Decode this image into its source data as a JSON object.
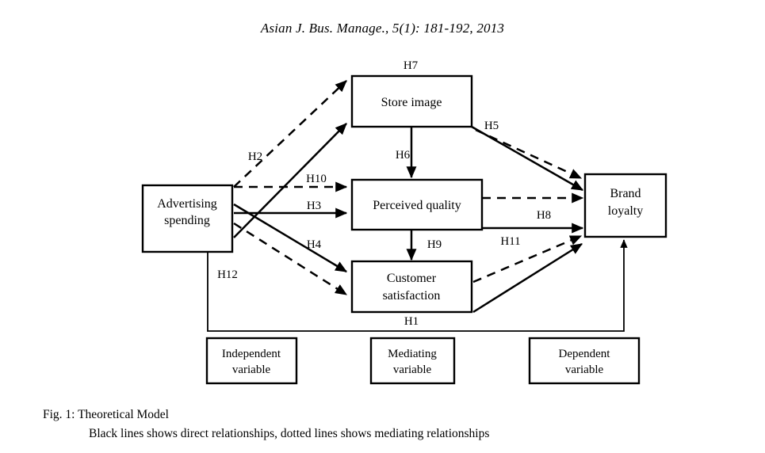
{
  "header": {
    "journal_line": "Asian J. Bus. Manage., 5(1): 181-192, 2013"
  },
  "caption": {
    "title": "Fig. 1: Theoretical Model",
    "subtitle": "Black lines shows direct relationships, dotted lines shows mediating relationships"
  },
  "diagram": {
    "nodes": {
      "advertising": {
        "line1": "Advertising",
        "line2": "spending"
      },
      "store_image": {
        "line1": "Store image",
        "line2": ""
      },
      "perceived_quality": {
        "line1": "Perceived quality",
        "line2": ""
      },
      "customer_satisfaction": {
        "line1": "Customer",
        "line2": "satisfaction"
      },
      "brand_loyalty": {
        "line1": "Brand",
        "line2": "loyalty"
      }
    },
    "legend_nodes": {
      "independent": {
        "line1": "Independent",
        "line2": "variable"
      },
      "mediating": {
        "line1": "Mediating",
        "line2": "variable"
      },
      "dependent": {
        "line1": "Dependent",
        "line2": "variable"
      }
    },
    "path_labels": {
      "h1": "H1",
      "h2": "H2",
      "h3": "H3",
      "h4": "H4",
      "h5": "H5",
      "h6": "H6",
      "h7": "H7",
      "h8": "H8",
      "h9": "H9",
      "h10": "H10",
      "h11": "H11",
      "h12": "H12"
    },
    "colors": {
      "stroke": "#000000",
      "fill": "#ffffff",
      "background": "#ffffff"
    }
  }
}
